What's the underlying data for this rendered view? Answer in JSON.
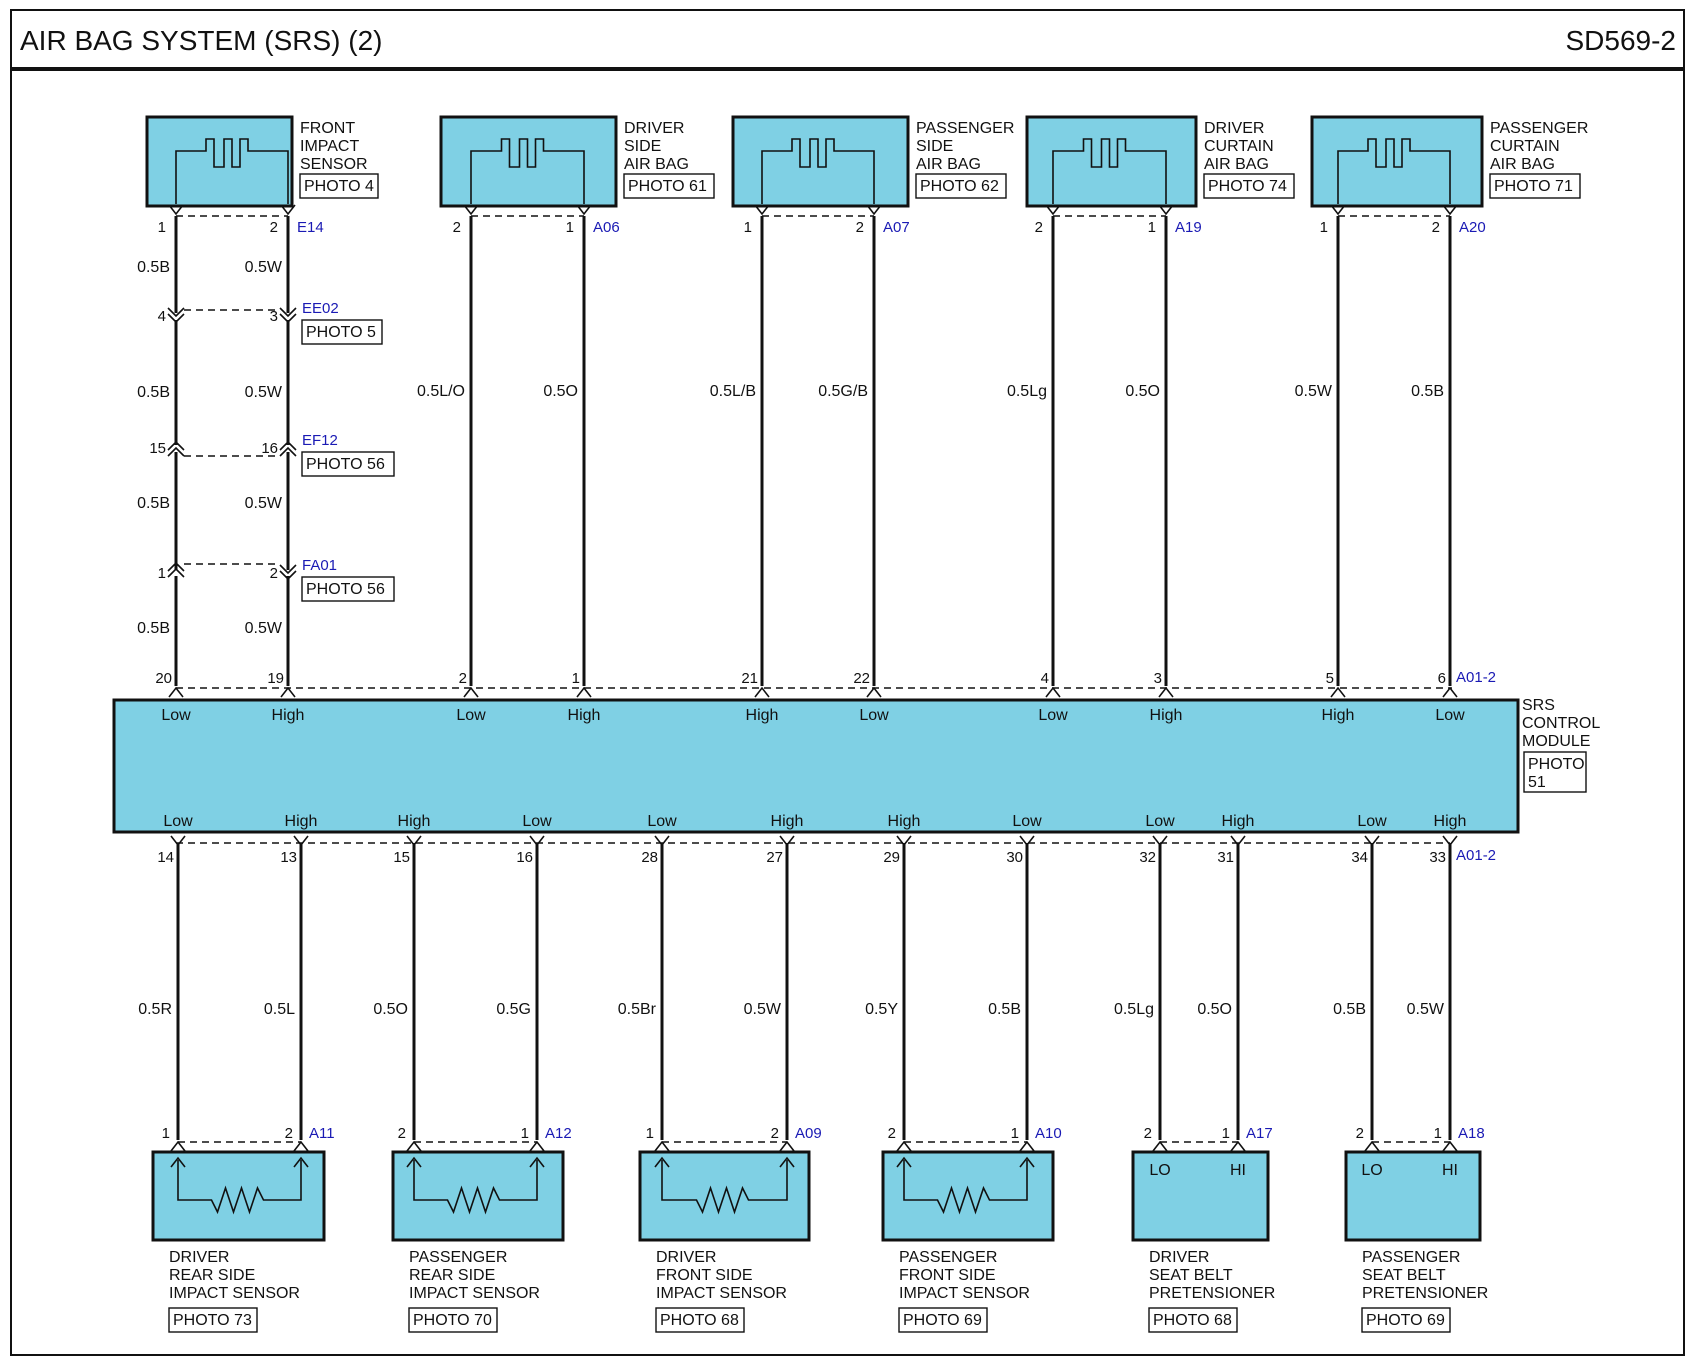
{
  "header": {
    "title": "AIR BAG SYSTEM (SRS) (2)",
    "page_code": "SD569-2"
  },
  "top_components": [
    {
      "name": "FRONT\nIMPACT\nSENSOR",
      "photo": "PHOTO 4",
      "connector": "E14",
      "pins": [
        "1",
        "2"
      ],
      "wires": [
        "0.5B",
        "0.5W"
      ],
      "module_pins": [
        "20",
        "19"
      ],
      "module_levels": [
        "Low",
        "High"
      ]
    },
    {
      "name": "DRIVER\nSIDE\nAIR BAG",
      "photo": "PHOTO 61",
      "connector": "A06",
      "pins": [
        "2",
        "1"
      ],
      "wires": [
        "0.5L/O",
        "0.5O"
      ],
      "module_pins": [
        "2",
        "1"
      ],
      "module_levels": [
        "Low",
        "High"
      ]
    },
    {
      "name": "PASSENGER\nSIDE\nAIR BAG",
      "photo": "PHOTO 62",
      "connector": "A07",
      "pins": [
        "1",
        "2"
      ],
      "wires": [
        "0.5L/B",
        "0.5G/B"
      ],
      "module_pins": [
        "21",
        "22"
      ],
      "module_levels": [
        "High",
        "Low"
      ]
    },
    {
      "name": "DRIVER\nCURTAIN\nAIR BAG",
      "photo": "PHOTO 74",
      "connector": "A19",
      "pins": [
        "2",
        "1"
      ],
      "wires": [
        "0.5Lg",
        "0.5O"
      ],
      "module_pins": [
        "4",
        "3"
      ],
      "module_levels": [
        "Low",
        "High"
      ]
    },
    {
      "name": "PASSENGER\nCURTAIN\nAIR BAG",
      "photo": "PHOTO 71",
      "connector": "A20",
      "pins": [
        "1",
        "2"
      ],
      "wires": [
        "0.5W",
        "0.5B"
      ],
      "module_pins": [
        "5",
        "6"
      ],
      "module_levels": [
        "High",
        "Low"
      ]
    }
  ],
  "inline_connectors": [
    {
      "id": "EE02",
      "photo": "PHOTO 5",
      "pins": [
        "4",
        "3"
      ],
      "wires_below": [
        "0.5B",
        "0.5W"
      ]
    },
    {
      "id": "EF12",
      "photo": "PHOTO 56",
      "pins": [
        "15",
        "16"
      ],
      "wires_below": [
        "0.5B",
        "0.5W"
      ]
    },
    {
      "id": "FA01",
      "photo": "PHOTO 56",
      "pins": [
        "1",
        "2"
      ],
      "wires_below": [
        "0.5B",
        "0.5W"
      ]
    }
  ],
  "module": {
    "name": "SRS\nCONTROL\nMODULE",
    "photo": "PHOTO\n51",
    "connector_top": "A01-2",
    "connector_bottom": "A01-2"
  },
  "bottom_components": [
    {
      "name": "DRIVER\nREAR SIDE\nIMPACT SENSOR",
      "photo": "PHOTO 73",
      "connector": "A11",
      "pins": [
        "1",
        "2"
      ],
      "wires": [
        "0.5R",
        "0.5L"
      ],
      "module_pins": [
        "14",
        "13"
      ],
      "module_levels": [
        "Low",
        "High"
      ],
      "kind": "resistor"
    },
    {
      "name": "PASSENGER\nREAR SIDE\nIMPACT SENSOR",
      "photo": "PHOTO 70",
      "connector": "A12",
      "pins": [
        "2",
        "1"
      ],
      "wires": [
        "0.5O",
        "0.5G"
      ],
      "module_pins": [
        "15",
        "16"
      ],
      "module_levels": [
        "High",
        "Low"
      ],
      "kind": "resistor"
    },
    {
      "name": "DRIVER\nFRONT SIDE\nIMPACT SENSOR",
      "photo": "PHOTO 68",
      "connector": "A09",
      "pins": [
        "1",
        "2"
      ],
      "wires": [
        "0.5Br",
        "0.5W"
      ],
      "module_pins": [
        "28",
        "27"
      ],
      "module_levels": [
        "Low",
        "High"
      ],
      "kind": "resistor"
    },
    {
      "name": "PASSENGER\nFRONT SIDE\nIMPACT SENSOR",
      "photo": "PHOTO 69",
      "connector": "A10",
      "pins": [
        "2",
        "1"
      ],
      "wires": [
        "0.5Y",
        "0.5B"
      ],
      "module_pins": [
        "29",
        "30"
      ],
      "module_levels": [
        "High",
        "Low"
      ],
      "kind": "resistor"
    },
    {
      "name": "DRIVER\nSEAT BELT\nPRETENSIONER",
      "photo": "PHOTO 68",
      "connector": "A17",
      "pins": [
        "2",
        "1"
      ],
      "wires": [
        "0.5Lg",
        "0.5O"
      ],
      "module_pins": [
        "32",
        "31"
      ],
      "module_levels": [
        "Low",
        "High"
      ],
      "kind": "lohi",
      "terminals": [
        "LO",
        "HI"
      ]
    },
    {
      "name": "PASSENGER\nSEAT BELT\nPRETENSIONER",
      "photo": "PHOTO 69",
      "connector": "A18",
      "pins": [
        "2",
        "1"
      ],
      "wires": [
        "0.5B",
        "0.5W"
      ],
      "module_pins": [
        "34",
        "33"
      ],
      "module_levels": [
        "Low",
        "High"
      ],
      "kind": "lohi",
      "terminals": [
        "LO",
        "HI"
      ]
    }
  ]
}
